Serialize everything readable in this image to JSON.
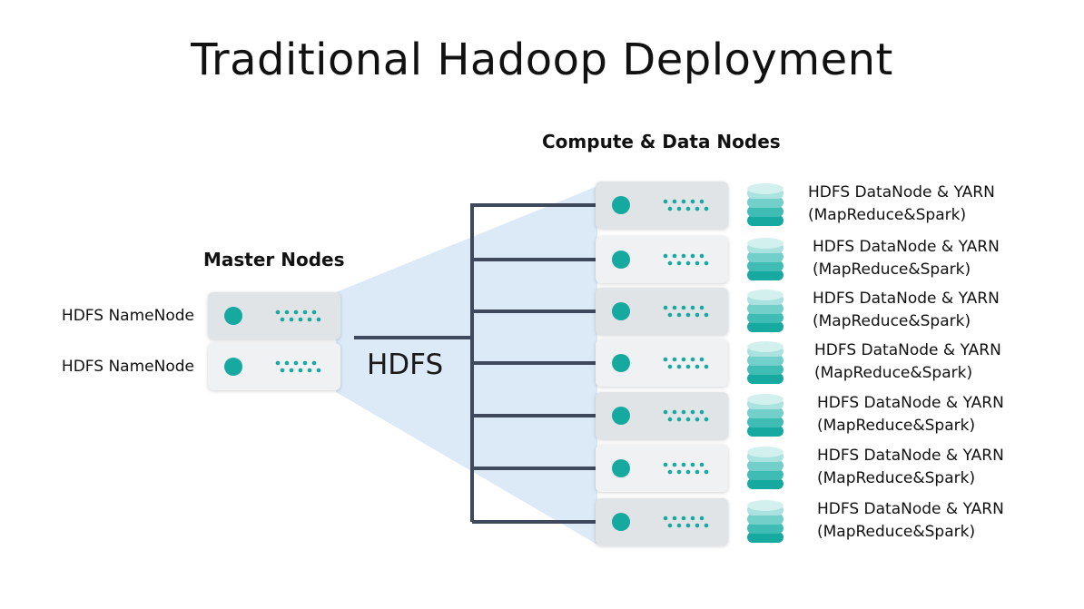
{
  "title": "Traditional Hadoop Deployment",
  "sections": {
    "compute": "Compute & Data Nodes",
    "master": "Master Nodes"
  },
  "network_label": "HDFS",
  "master_nodes": [
    {
      "label": "HDFS NameNode"
    },
    {
      "label": "HDFS NameNode"
    }
  ],
  "data_nodes": [
    {
      "line1": "HDFS DataNode & YARN",
      "line2": "(MapReduce&Spark)"
    },
    {
      "line1": "HDFS DataNode & YARN",
      "line2": "(MapReduce&Spark)"
    },
    {
      "line1": "HDFS DataNode & YARN",
      "line2": "(MapReduce&Spark)"
    },
    {
      "line1": "HDFS DataNode & YARN",
      "line2": "(MapReduce&Spark)"
    },
    {
      "line1": "HDFS DataNode & YARN",
      "line2": "(MapReduce&Spark)"
    },
    {
      "line1": "HDFS DataNode & YARN",
      "line2": "(MapReduce&Spark)"
    },
    {
      "line1": "HDFS DataNode & YARN",
      "line2": "(MapReduce&Spark)"
    }
  ],
  "colors": {
    "accent": "#16a9a0",
    "connector": "#3e4a5c",
    "fan": "#dce9f6",
    "server_dark": "#e1e4e7",
    "server_light": "#eff1f3"
  },
  "icons": {
    "server_status": "status-led-icon",
    "server_vents": "vent-dots-icon",
    "storage": "database-icon"
  }
}
